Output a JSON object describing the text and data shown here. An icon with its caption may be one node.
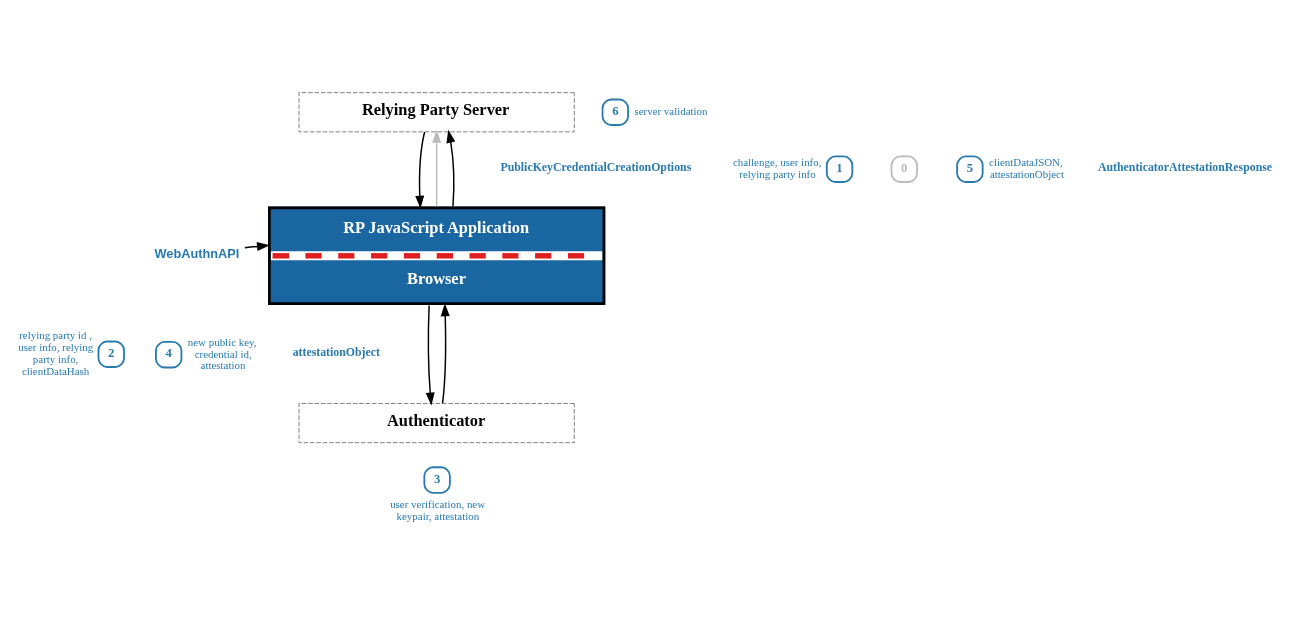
{
  "diagram": {
    "nodes": [
      {
        "text": [
          "Relying Party Server"
        ]
      },
      {
        "text": [
          "6"
        ],
        "beside": [
          "server validation"
        ]
      },
      {
        "text": [
          "1"
        ],
        "beside": [
          "challenge, user info, relying party info"
        ]
      },
      {
        "text": [
          "0"
        ]
      },
      {
        "text": [
          "5"
        ],
        "beside": [
          "clientDataJSON, attestationObject"
        ]
      },
      {
        "text": [
          "RP JavaScript Application",
          "Browser"
        ]
      },
      {
        "text": [
          "WebAuthnAPI"
        ]
      },
      {
        "text": [
          "2"
        ],
        "beside": [
          "relying party id , user info, relying party info, clientDataHash"
        ]
      },
      {
        "text": [
          "4"
        ],
        "beside": [
          "new public key, credential id, attestation"
        ]
      },
      {
        "text": [
          "Authenticator"
        ]
      },
      {
        "text": [
          "3"
        ],
        "beside": [
          "user verification, new keypair, attestation"
        ]
      }
    ],
    "edges": [
      {
        "from": 0,
        "to": 5,
        "arrow": "to"
      },
      {
        "from": 5,
        "to": 0,
        "arrow": "to",
        "color": "#bbbbbb"
      },
      {
        "from": 5,
        "to": 0,
        "arrow": "to"
      },
      {
        "from": 5,
        "to": 9,
        "arrow": "to"
      },
      {
        "from": 9,
        "to": 5,
        "arrow": "to"
      },
      {
        "from": 6,
        "to": 5,
        "arrow": "to"
      }
    ],
    "labels": [
      "PublicKeyCredentialCreationOptions",
      "AuthenticatorAttestationResponse",
      "attestationObject"
    ]
  }
}
